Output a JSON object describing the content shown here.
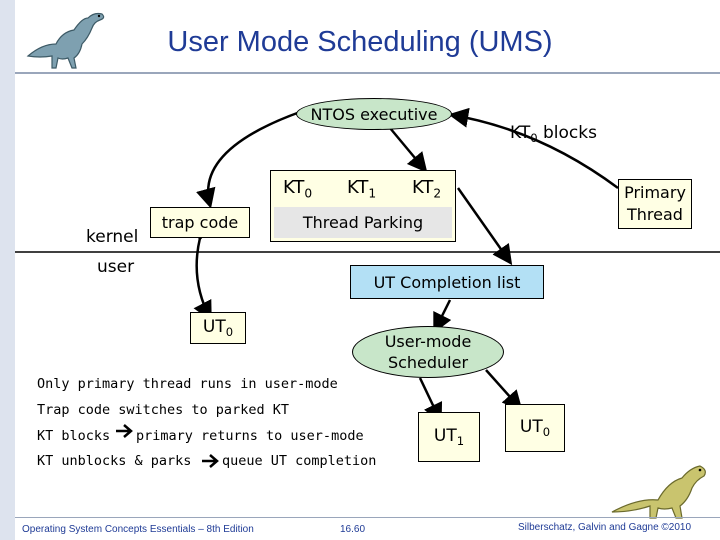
{
  "slide": {
    "title": "User Mode Scheduling (UMS)",
    "footer_left": "Operating System Concepts Essentials – 8th Edition",
    "footer_page": "16.60",
    "footer_right": "Silberschatz, Galvin and Gagne ©2010"
  },
  "diagram": {
    "ntos": "NTOS executive",
    "kt0_blocks": {
      "prefix": "KT",
      "sub": "0",
      "suffix": " blocks"
    },
    "kt0": {
      "prefix": "KT",
      "sub": "0"
    },
    "kt1": {
      "prefix": "KT",
      "sub": "1"
    },
    "kt2": {
      "prefix": "KT",
      "sub": "2"
    },
    "primary_thread": {
      "line1": "Primary",
      "line2": "Thread"
    },
    "kernel": "kernel",
    "user": "user",
    "trap_code": "trap code",
    "thread_parking": "Thread Parking",
    "ut_completion": "UT Completion list",
    "ut0_left": {
      "prefix": "UT",
      "sub": "0"
    },
    "scheduler": {
      "line1": "User-mode",
      "line2": "Scheduler"
    },
    "ut1": {
      "prefix": "UT",
      "sub": "1"
    },
    "ut0_right": {
      "prefix": "UT",
      "sub": "0"
    }
  },
  "notes": {
    "line1": "Only primary thread runs in user-mode",
    "line2": "Trap code switches to parked KT",
    "line3_a": "KT blocks",
    "line3_b": "primary returns to user-mode",
    "line4_a": "KT unblocks & parks",
    "line4_b": "queue UT completion"
  },
  "colors": {
    "title": "#1f3b96",
    "bubble": "#c8e6c9",
    "pale_box": "#ffffe4",
    "ut_completion": "#b3e0f5",
    "parking": "#e6e6e6",
    "sidebar": "#dde3ee"
  }
}
